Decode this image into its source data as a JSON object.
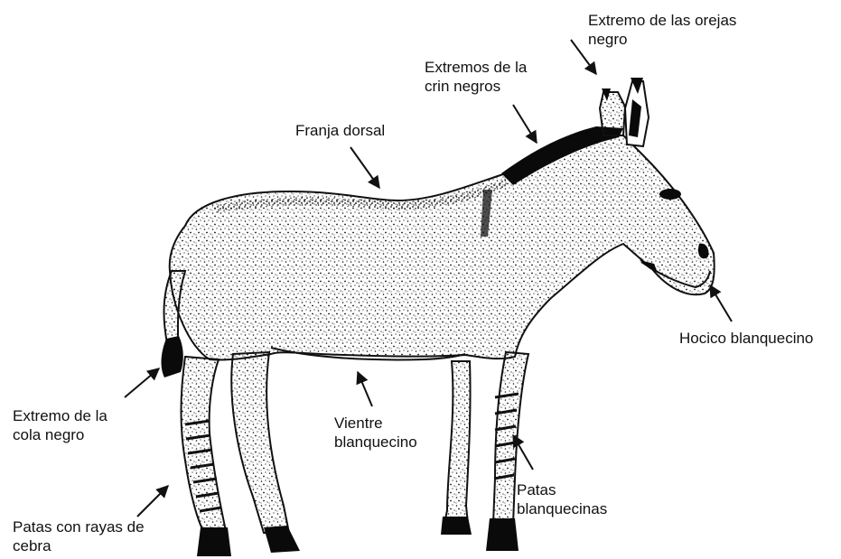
{
  "colors": {
    "ink": "#111111",
    "background": "#ffffff",
    "dark_marking": "#0a0a0a"
  },
  "labels": {
    "ear_tips": {
      "line1": "Extremo de las orejas",
      "line2": "negro"
    },
    "mane_tips": {
      "line1": "Extremos de la",
      "line2": "crin negros"
    },
    "dorsal_stripe": {
      "line1": "Franja dorsal"
    },
    "muzzle": {
      "line1": "Hocico blanquecino"
    },
    "tail_tip": {
      "line1": "Extremo de la",
      "line2": "cola negro"
    },
    "belly": {
      "line1": "Vientre",
      "line2": "blanquecino"
    },
    "white_legs": {
      "line1": "Patas",
      "line2": "blanquecinas"
    },
    "zebra_legs": {
      "line1": "Patas con rayas de",
      "line2": "cebra"
    }
  }
}
